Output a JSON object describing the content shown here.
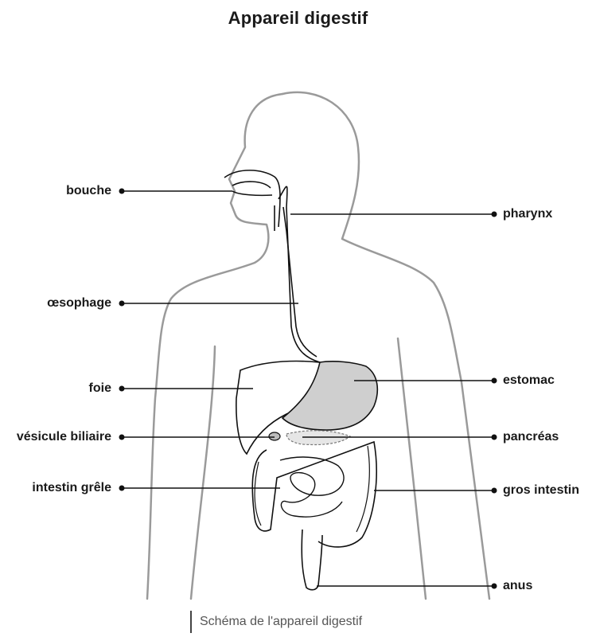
{
  "title": "Appareil digestif",
  "caption": "Schéma de l'appareil digestif",
  "labels": {
    "bouche": "bouche",
    "oesophage": "œsophage",
    "foie": "foie",
    "vesicule": "vésicule biliaire",
    "intestin_grele": "intestin grêle",
    "pharynx": "pharynx",
    "estomac": "estomac",
    "pancreas": "pancréas",
    "gros_intestin": "gros intestin",
    "anus": "anus"
  },
  "colors": {
    "stroke": "#111111",
    "body_outline": "#9a9a9a",
    "organ_fill": "#cfcfcf"
  }
}
